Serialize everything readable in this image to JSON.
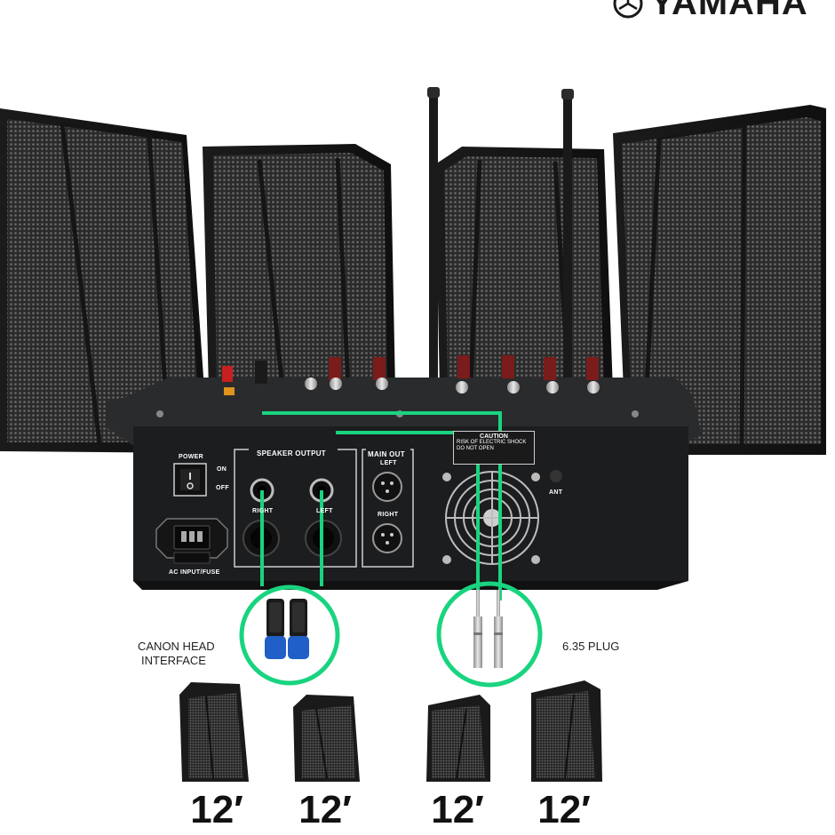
{
  "brand": {
    "name": "YAMAHA"
  },
  "mixer": {
    "power_label": "POWER",
    "power_on_label": "ON",
    "power_off_label": "OFF",
    "speaker_output_label": "SPEAKER OUTPUT",
    "speaker_right_label": "RIGHT",
    "speaker_left_label": "LEFT",
    "main_out_label": "MAIN OUT",
    "main_out_left_label": "LEFT",
    "main_out_right_label": "RIGHT",
    "ac_input_label": "AC INPUT/FUSE",
    "caution_title": "CAUTION",
    "caution_text": "RISK OF ELECTRIC SHOCK DO NOT OPEN",
    "antenna_label": "ANT"
  },
  "callouts": {
    "canon_line1": "CANON HEAD",
    "canon_line2": "INTERFACE",
    "plug_label": "6.35 PLUG"
  },
  "speaker_sizes": [
    "12′",
    "12′",
    "12′",
    "12′"
  ],
  "colors": {
    "accent_green": "#19d47f",
    "mixer_body": "#1c1d1f",
    "speaker_grille": "#3a3a3a"
  }
}
